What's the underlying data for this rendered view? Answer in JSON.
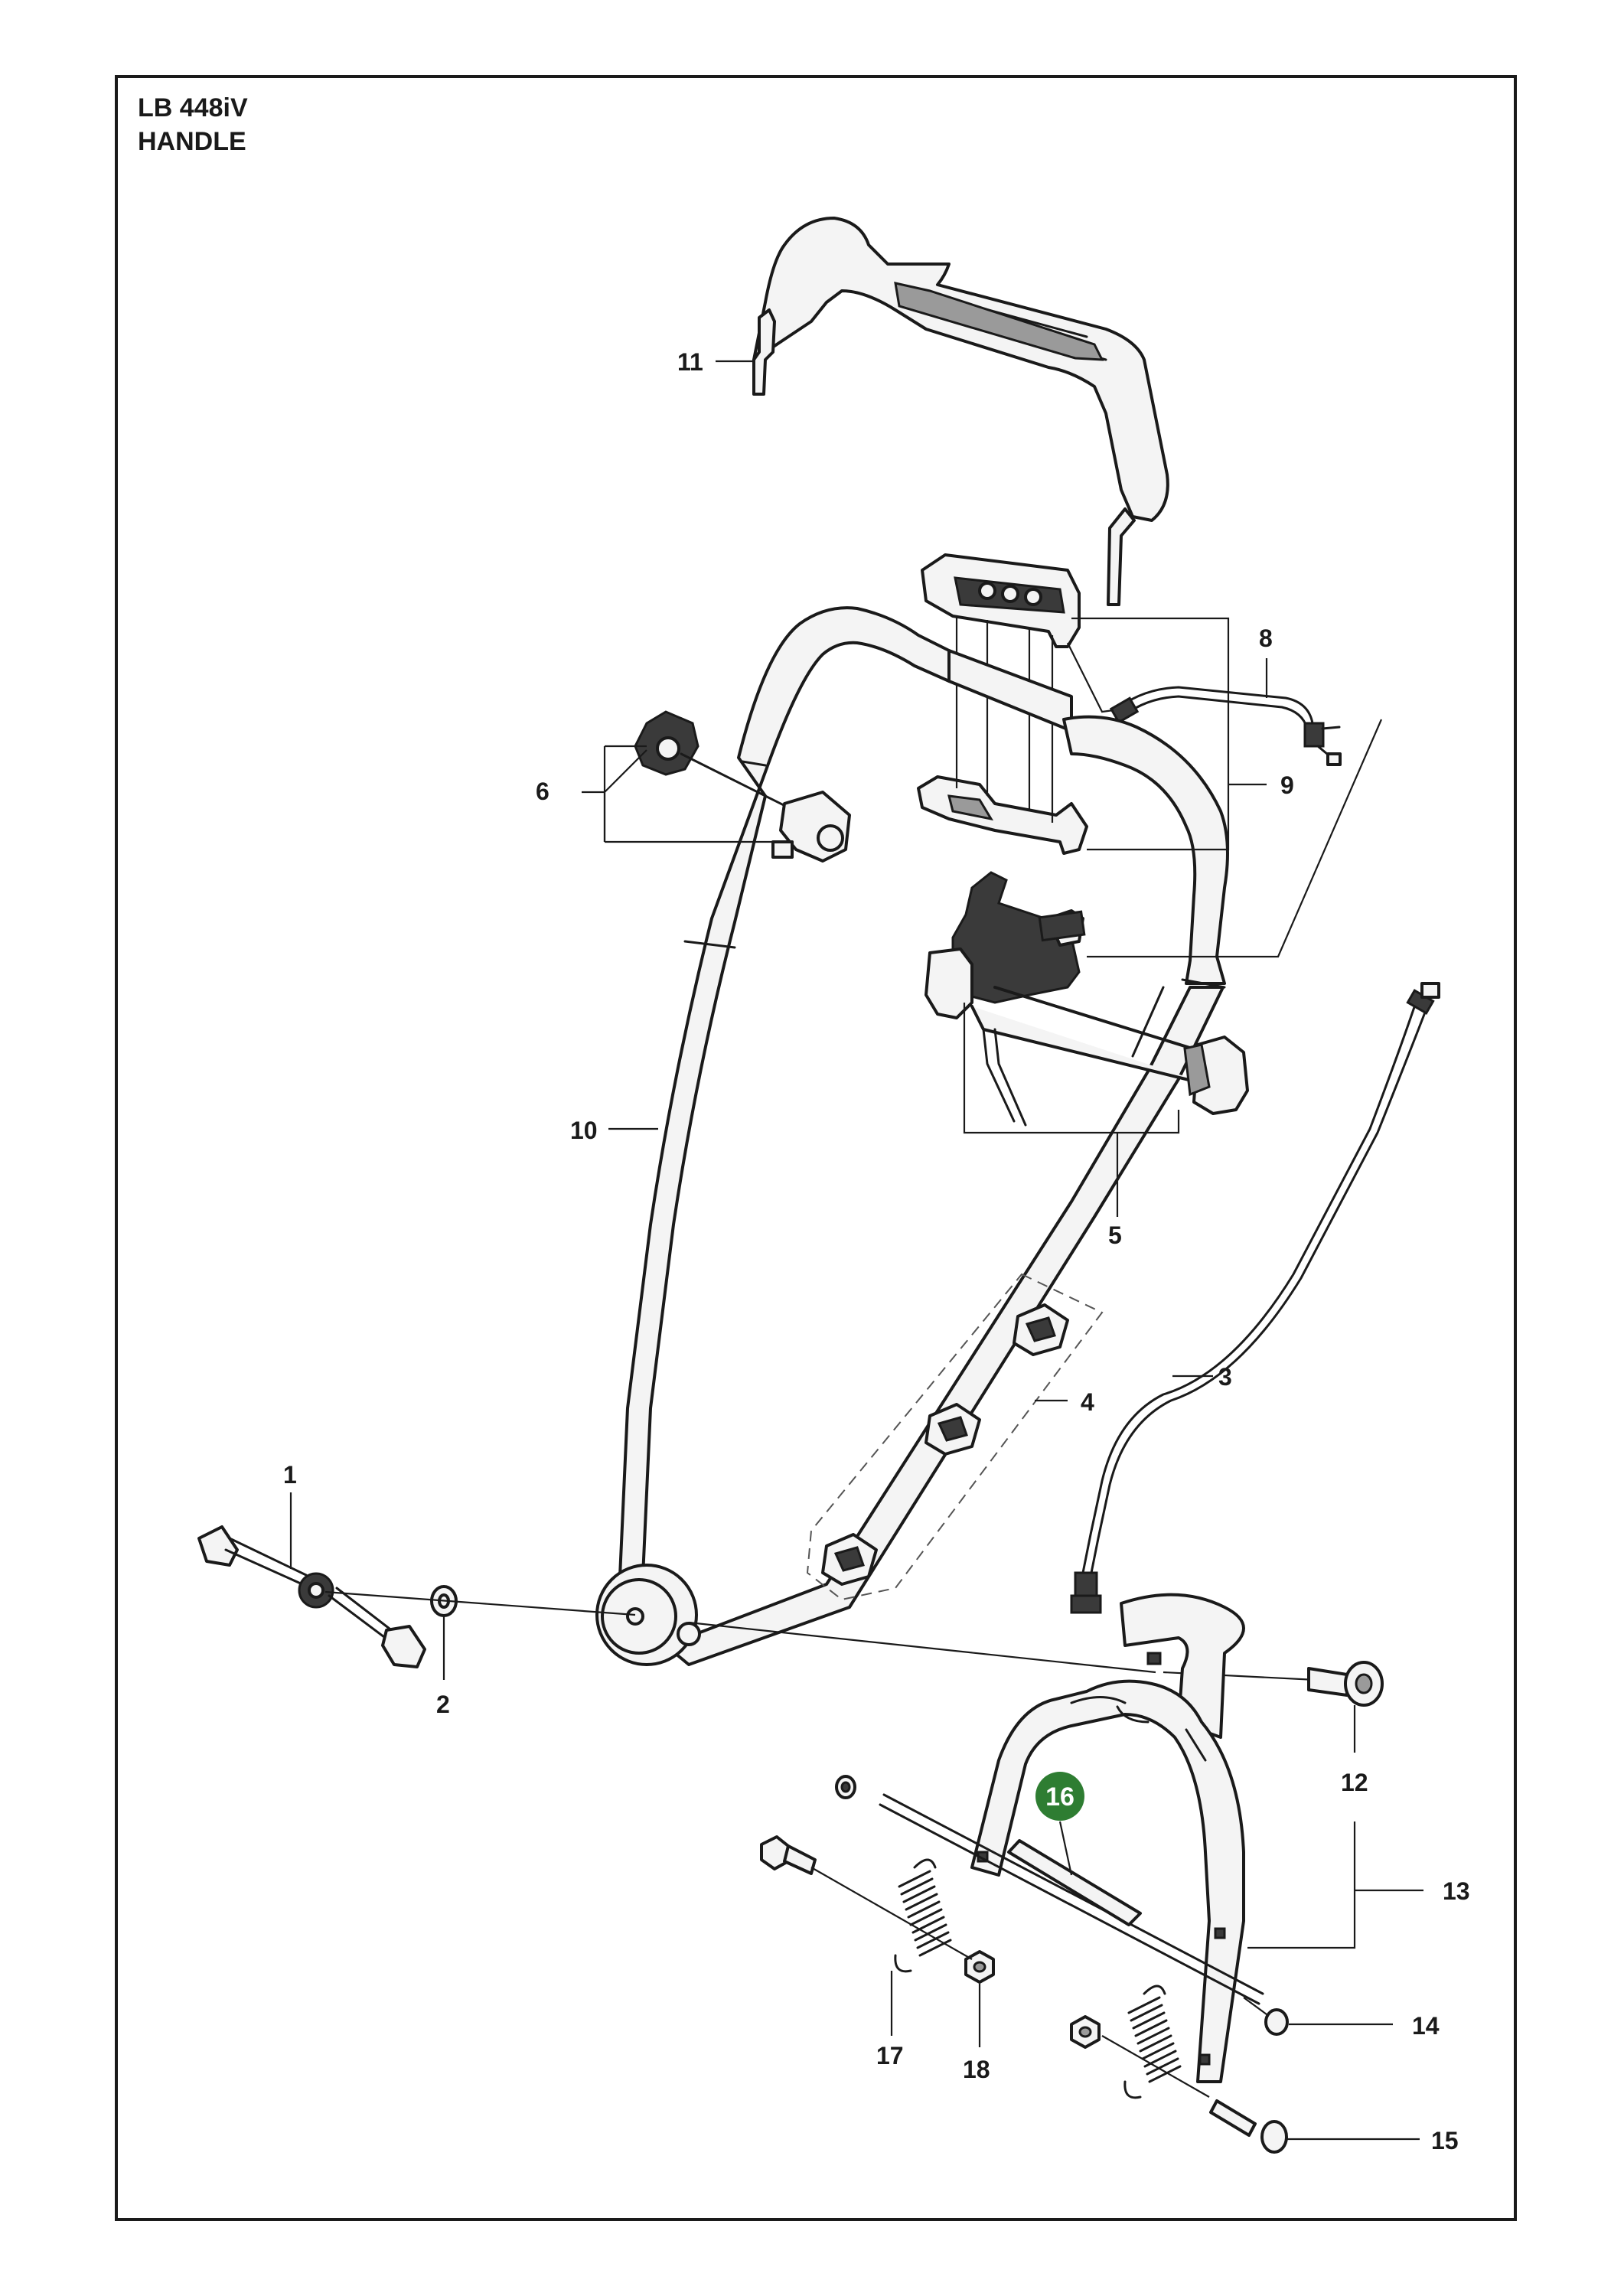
{
  "title": {
    "model": "LB 448iV",
    "section": "HANDLE"
  },
  "callouts": {
    "c1": "1",
    "c2": "2",
    "c3": "3",
    "c4": "4",
    "c5": "5",
    "c6": "6",
    "c8": "8",
    "c9": "9",
    "c10": "10",
    "c11": "11",
    "c12": "12",
    "c13": "13",
    "c14": "14",
    "c15": "15",
    "c16": "16",
    "c17": "17",
    "c18": "18"
  },
  "highlight": {
    "part": "16",
    "color": "#2e7d32"
  }
}
